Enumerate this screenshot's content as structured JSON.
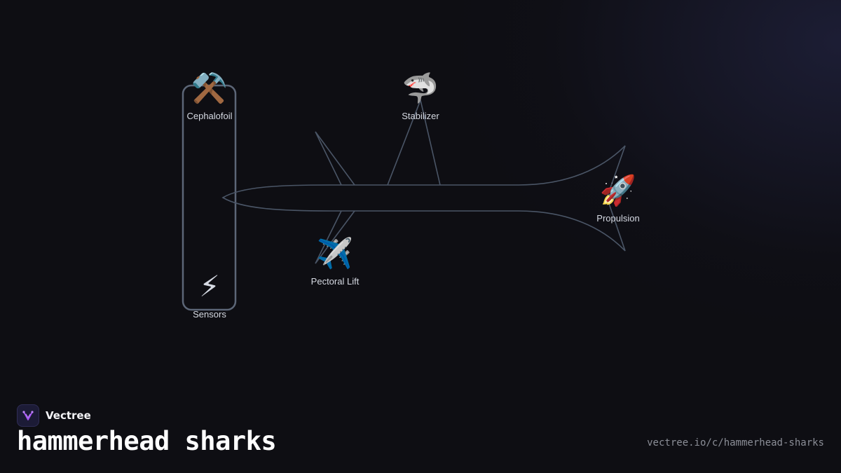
{
  "diagram": {
    "nodes": [
      {
        "id": "cephalofoil",
        "label": "Cephalofoil",
        "icon": "hammer-and-pick-icon",
        "glyph": "⚒️"
      },
      {
        "id": "stabilizer",
        "label": "Stabilizer",
        "icon": "shark-icon",
        "glyph": "🦈"
      },
      {
        "id": "propulsion",
        "label": "Propulsion",
        "icon": "rocket-icon",
        "glyph": "🚀"
      },
      {
        "id": "pectoral_lift",
        "label": "Pectoral Lift",
        "icon": "airplane-icon",
        "glyph": "✈️"
      },
      {
        "id": "sensors",
        "label": "Sensors",
        "icon": "lightning-icon",
        "glyph": "⚡"
      }
    ],
    "colors": {
      "outline": "#4a5566",
      "node_box": "#5c6677",
      "label": "#d6dae3"
    }
  },
  "footer": {
    "brand_name": "Vectree",
    "title": "hammerhead sharks",
    "url": "vectree.io/c/hammerhead-sharks",
    "brand_color": "#a855f7"
  }
}
